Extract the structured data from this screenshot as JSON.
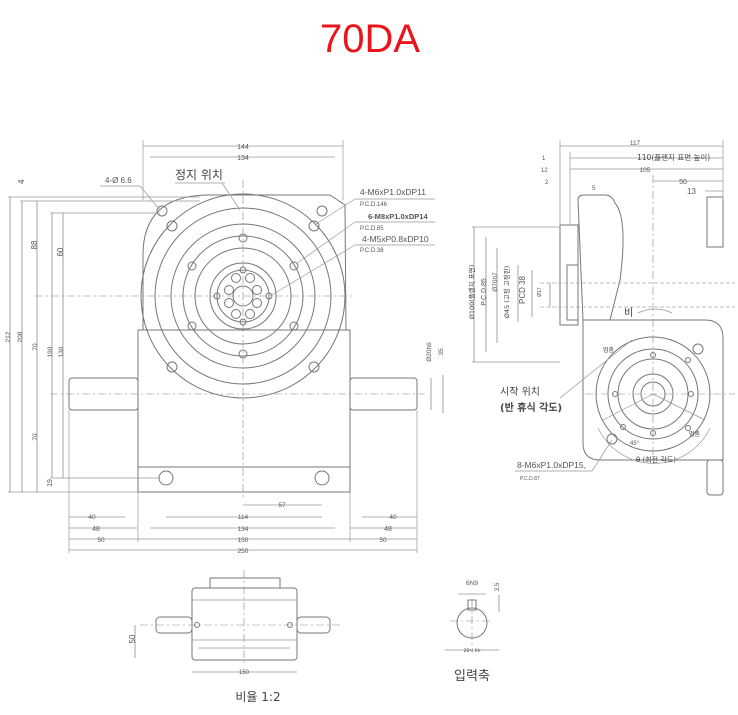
{
  "title": "70DA",
  "colors": {
    "title": "#e8161b",
    "line": "#777777"
  },
  "front_view": {
    "stop_position": "정지 위치",
    "holes_label": "4-Ø 6.6",
    "callouts": [
      {
        "thread": "4-M6xP1.0xDP11",
        "pcd": "P.C.D.146"
      },
      {
        "thread": "6-M8xP1.0xDP14",
        "pcd": "P.C.D.85"
      },
      {
        "thread": "4-M5xP0.8xDP10",
        "pcd": "P.C.D.38"
      }
    ],
    "dims_top": [
      "144",
      "134"
    ],
    "dims_left": [
      "4",
      "212",
      "208",
      "88",
      "70",
      "70",
      "60",
      "190",
      "130",
      "19"
    ],
    "dims_right": [
      "Ø20h6",
      "35"
    ],
    "dims_bottom": [
      "57",
      "40",
      "114",
      "40",
      "48",
      "134",
      "48",
      "50",
      "150",
      "50",
      "250"
    ]
  },
  "side_view": {
    "dims_top": [
      "117",
      "110(플랜지 표면 높이)",
      "105",
      "50",
      "13",
      "1",
      "12",
      "2",
      "5"
    ],
    "dims_left": [
      "Ø100(플랜지 표면)",
      "P.C.D.85",
      "Ø70h7",
      "Ø45 (고정 고정판)",
      "PCD 38",
      "Ø17"
    ],
    "rotation_label": "비",
    "start_position": "시작 위치",
    "rest_angle": "(반 휴식 각도)",
    "dwell_left": "멈춤",
    "dwell_right": "멈춤",
    "angle_45": "45°",
    "index_angle": "θ (회전 각도)",
    "callout_thread": "8-M6xP1.0xDP15,",
    "callout_pcd": "P.C.D.87"
  },
  "bottom_view": {
    "dim_height": "50",
    "dim_width": "150",
    "scale_label": "비율 1:2"
  },
  "input_shaft": {
    "key_width": "6N9",
    "key_depth": "3.5",
    "diameter": "20시 6h",
    "label": "입력축"
  }
}
